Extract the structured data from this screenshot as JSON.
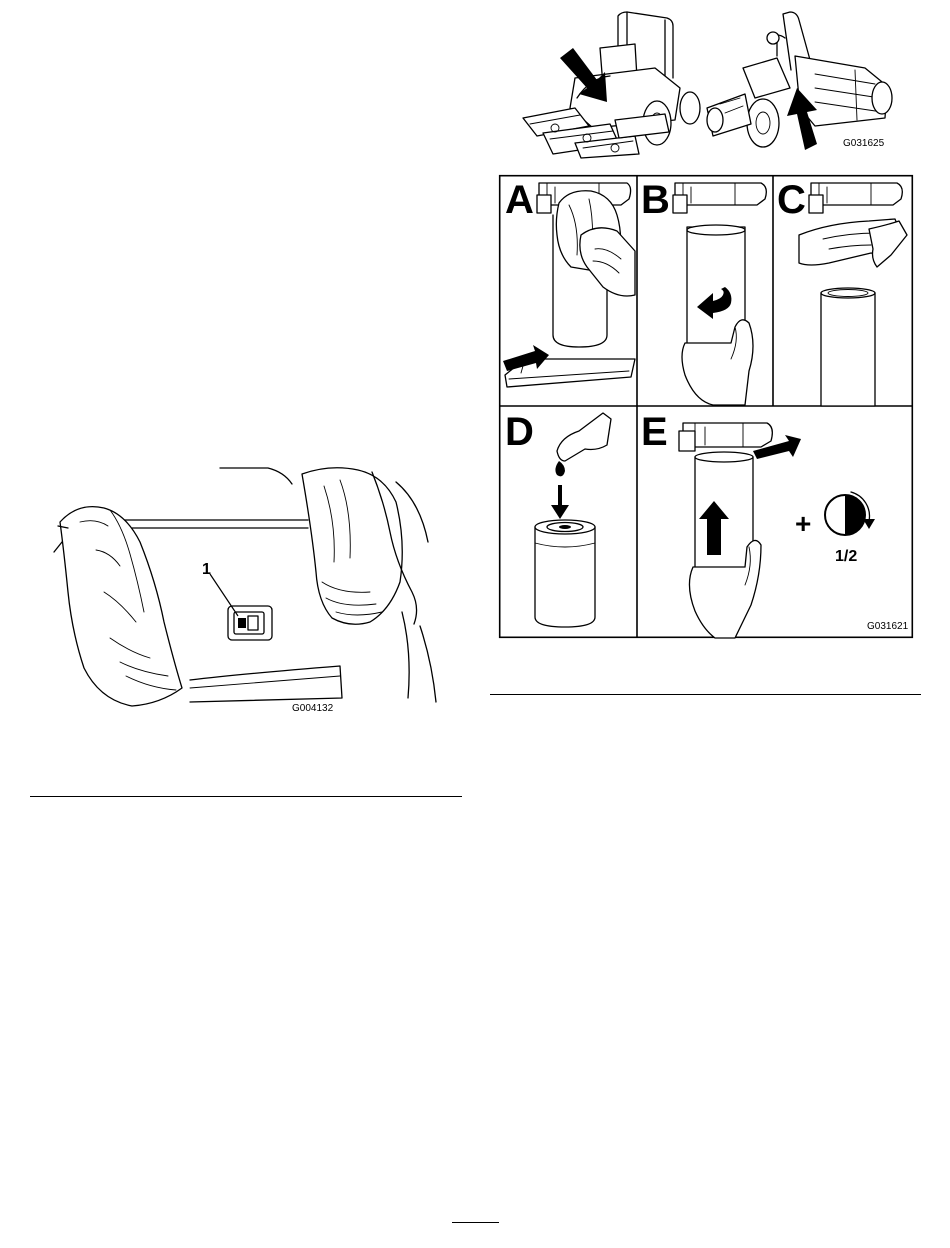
{
  "figure_top": {
    "code": "G031625",
    "arrow_icon": "black-arrow"
  },
  "figure_right": {
    "panels": [
      {
        "letter": "A"
      },
      {
        "letter": "B"
      },
      {
        "letter": "C"
      },
      {
        "letter": "D"
      },
      {
        "letter": "E"
      }
    ],
    "turn_label": "1/2",
    "plus_sign": "+",
    "code": "G031621"
  },
  "figure_left": {
    "callout": "1",
    "code": "G004132"
  }
}
